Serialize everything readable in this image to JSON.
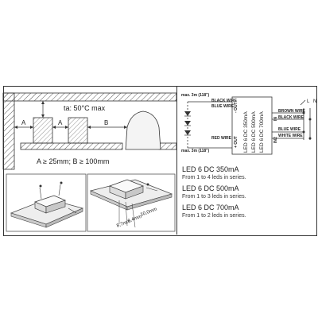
{
  "installation": {
    "temp_label": "ta: 50°C max",
    "clearance_a": "A",
    "clearance_b": "B",
    "clearance_rule": "A ≥ 25mm; B ≥ 100mm"
  },
  "wiring": {
    "max_len_top": "max. 3m (118\")",
    "max_len_bottom": "max. 3m (118\")",
    "black_wire": "BLACK WIRE",
    "blue_wire": "BLUE WIRE",
    "red_wire": "RED WIRE",
    "brown_wire": "BROWN WIRE",
    "black_wire_right": "BLACK WIRE",
    "blue_wire_right": "BLUE WIRE",
    "white_wire": "WHITE WIRE",
    "out_minus": "- OUT",
    "out_plus": "+ OUT",
    "in_label": "IN",
    "in2_label": "IN2",
    "l_label": "L",
    "n_label": "N",
    "driver_text": [
      "LED 6 DC 350mA",
      "LED 6 DC 500mA",
      "LED 6 DC 700mA"
    ]
  },
  "specs": [
    {
      "title": "LED 6 DC 350mA",
      "sub": "From 1 to 4 leds in series."
    },
    {
      "title": "LED 6 DC 500mA",
      "sub": "From 1 to 3 leds in series."
    },
    {
      "title": "LED 6 DC 700mA",
      "sub": "From 1 to 2 leds in series."
    }
  ],
  "mounting": {
    "dim_top": "10,0mm",
    "dim_mid": "6,4mm",
    "dim_bottom": "8,7mm"
  }
}
